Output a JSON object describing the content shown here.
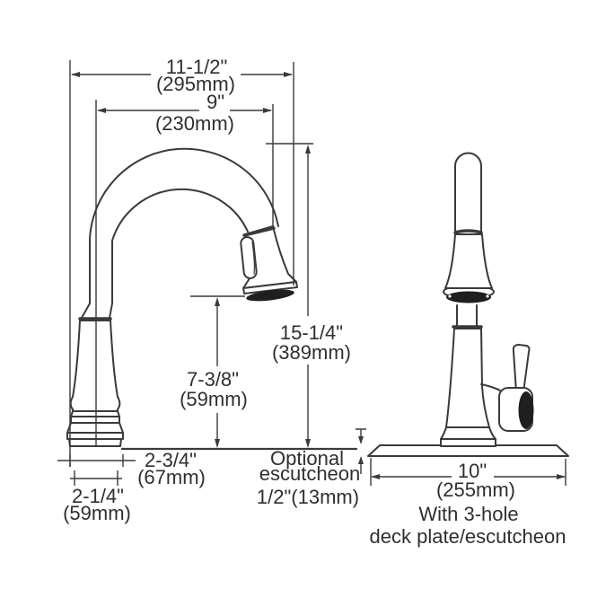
{
  "diagram": {
    "dimensions": {
      "overall_reach": {
        "inches": "11-1/2\"",
        "metric": "(295mm)"
      },
      "spout_reach": {
        "inches": "9\"",
        "metric": "(230mm)"
      },
      "overall_height": {
        "inches": "15-1/4\"",
        "metric": "(389mm)"
      },
      "outlet_clearance": {
        "inches": "7-3/8\"",
        "metric": "(59mm)"
      },
      "base_trim_width": {
        "inches": "2-3/4\"",
        "metric": "(67mm)"
      },
      "base_width": {
        "inches": "2-1/4\"",
        "metric": "(59mm)"
      },
      "deck_plate_width": {
        "inches": "10\"",
        "metric": "(255mm)"
      }
    },
    "notes": {
      "escutcheon_line1": "Optional",
      "escutcheon_line2": "escutcheon",
      "escutcheon_thickness": "1/2\"(13mm)",
      "deck_plate_line1": "With 3-hole",
      "deck_plate_line2": "deck plate/escutcheon"
    },
    "colors": {
      "line": "#3a3a3a",
      "text": "#2f2f2f",
      "background": "#ffffff",
      "spray_face": "#1f1f1f"
    }
  }
}
